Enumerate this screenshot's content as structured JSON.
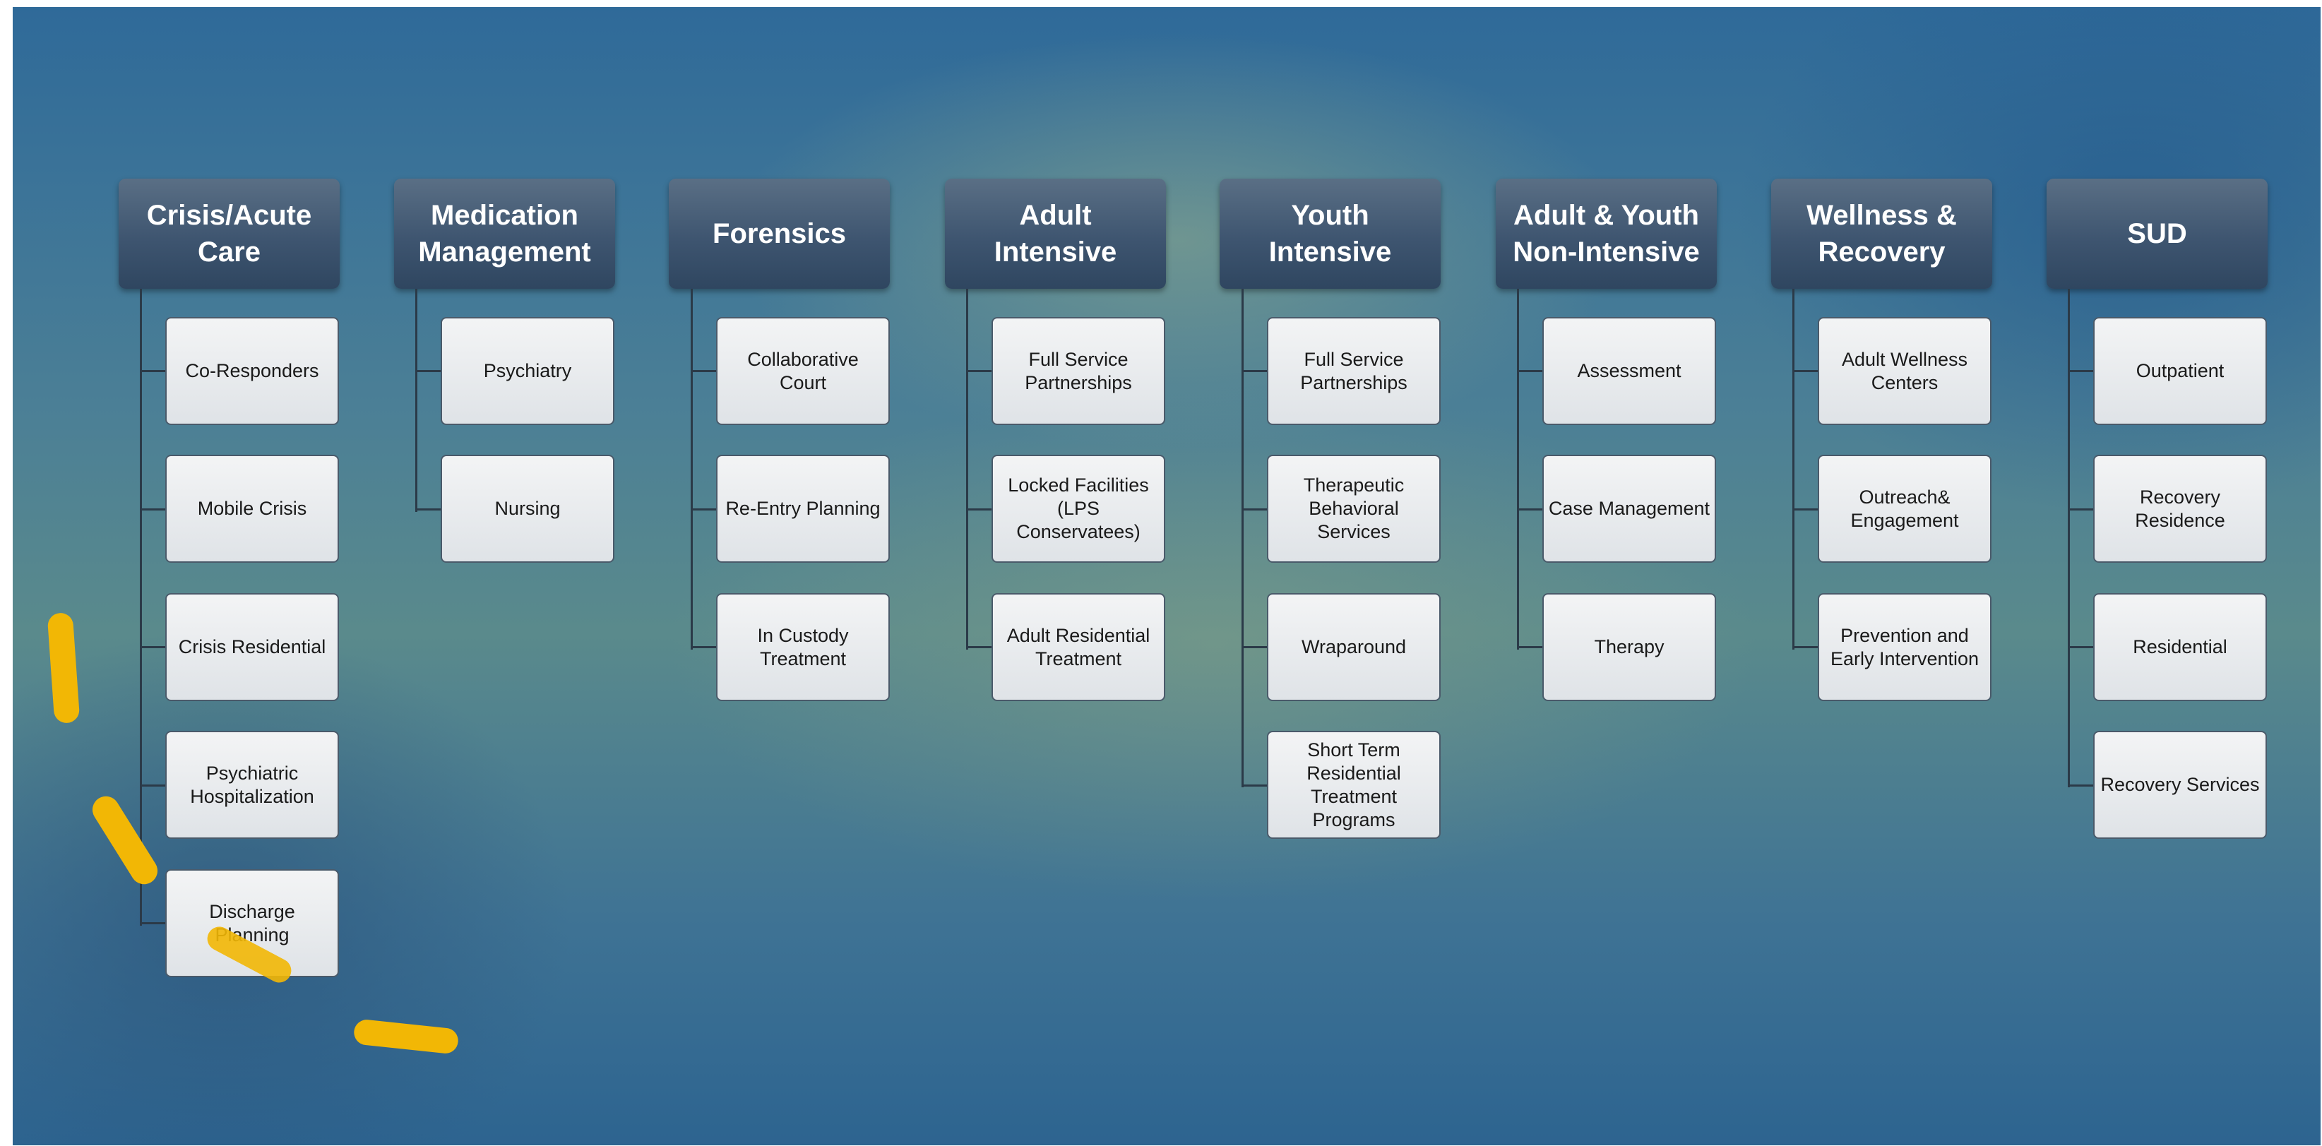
{
  "colors": {
    "header_gradient_top": "#5a6f85",
    "header_gradient_bottom": "#2f4660",
    "item_fill": "#e6e9ec",
    "connector": "#2b3a48",
    "highlight_marker": "#f2b705"
  },
  "columns": [
    {
      "title": "Crisis/Acute\nCare",
      "items": [
        "Co-Responders",
        "Mobile Crisis",
        "Crisis Residential",
        "Psychiatric\nHospitalization",
        "Discharge Planning"
      ]
    },
    {
      "title": "Medication\nManagement",
      "items": [
        "Psychiatry",
        "Nursing"
      ]
    },
    {
      "title": "Forensics",
      "items": [
        "Collaborative\nCourt",
        "Re-Entry Planning",
        "In Custody\nTreatment"
      ]
    },
    {
      "title": "Adult\nIntensive",
      "items": [
        "Full Service\nPartnerships",
        "Locked Facilities\n(LPS Conservatees)",
        "Adult Residential\nTreatment"
      ]
    },
    {
      "title": "Youth\nIntensive",
      "items": [
        "Full Service\nPartnerships",
        "Therapeutic\nBehavioral Services",
        "Wraparound",
        "Short Term\nResidential\nTreatment\nPrograms"
      ]
    },
    {
      "title": "Adult & Youth\nNon-Intensive",
      "items": [
        "Assessment",
        "Case Management",
        "Therapy"
      ]
    },
    {
      "title": "Wellness &\nRecovery",
      "items": [
        "Adult Wellness\nCenters",
        "Outreach&\nEngagement",
        "Prevention and\nEarly Intervention"
      ]
    },
    {
      "title": "SUD",
      "items": [
        "Outpatient",
        "Recovery\nResidence",
        "Residential",
        "Recovery Services"
      ]
    }
  ]
}
